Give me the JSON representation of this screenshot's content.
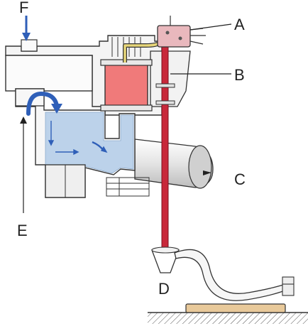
{
  "labels": {
    "A": "A",
    "B": "B",
    "C": "C",
    "D": "D",
    "E": "E",
    "F": "F"
  },
  "colors": {
    "water": "#bcd2ea",
    "water_arrow": "#2f5fb8",
    "red_rod": "#c8283a",
    "magnet_red": "#f07a7a",
    "switch_pink": "#e9b8bd",
    "wire_yellow": "#e8d77a",
    "base_tan": "#e8c99a",
    "outline": "#333333",
    "grey": "#d9d9d9"
  },
  "icons": {
    "inflow_arrow": "down-arrow-icon",
    "water_flow": "curved-arrow-icon"
  }
}
